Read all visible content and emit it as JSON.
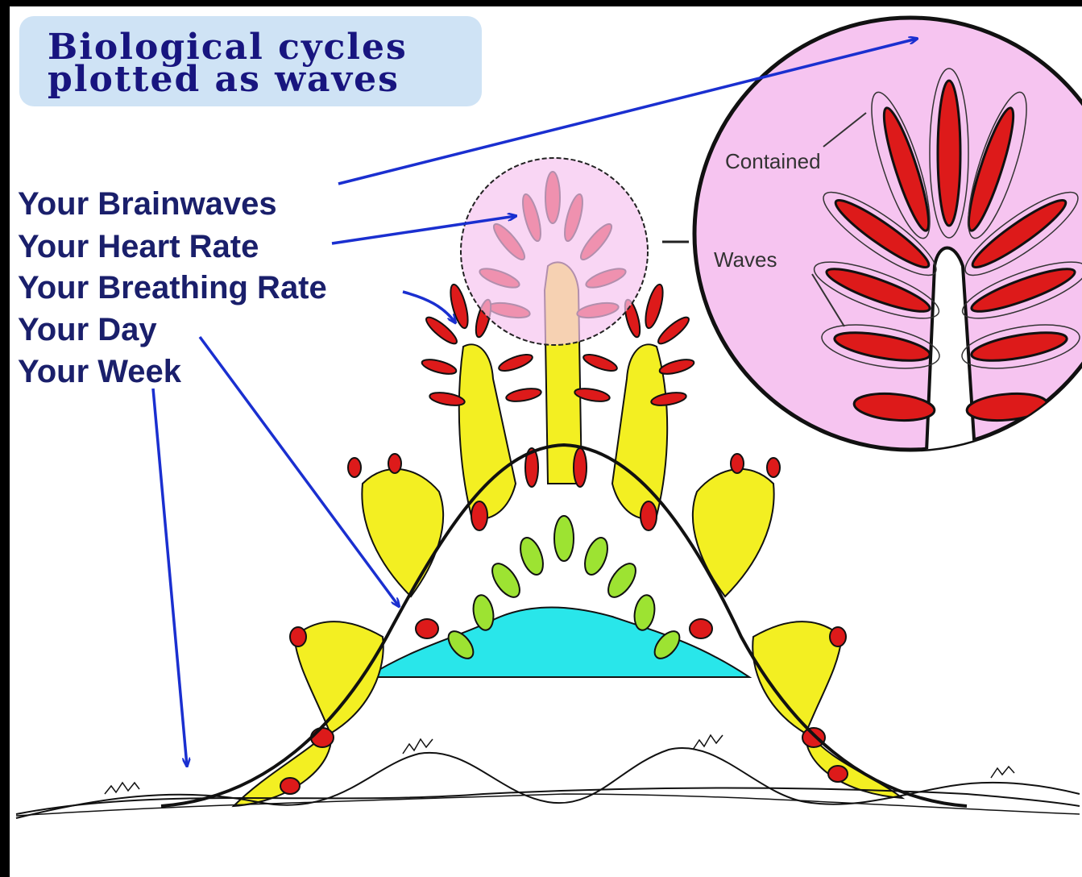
{
  "title": {
    "line1": "Biological cycles",
    "line2": "plotted as waves"
  },
  "cycle_labels": [
    "Your Brainwaves",
    "Your Heart Rate",
    "Your Breathing Rate",
    "Your Day",
    "Your Week"
  ],
  "inset": {
    "label_top": "Contained",
    "label_bottom": "Waves"
  },
  "colors": {
    "background_frame": "#000000",
    "title_badge": "#cfe3f5",
    "title_text": "#18157f",
    "label_text": "#1a1f6b",
    "pointer_arrows": "#1a2fd0",
    "brainwave_spikes": "#dd1a1a",
    "breathing_fill": "#f3ef22",
    "heart_fill": "#29e6ea",
    "heart_spikes": "#9de332",
    "magnifier_circle": "#f6c4f0"
  }
}
